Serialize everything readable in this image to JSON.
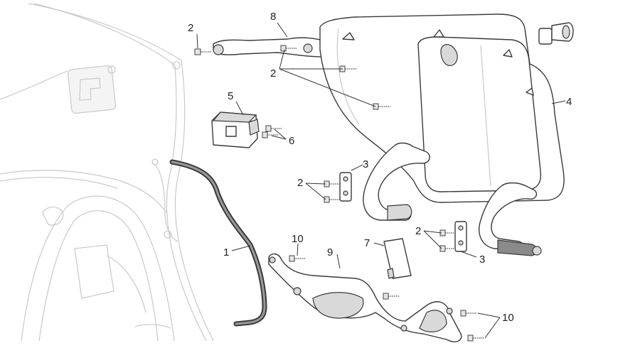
{
  "callouts": {
    "c1": "1",
    "c2a": "2",
    "c2b": "2",
    "c2c": "2",
    "c2d": "2",
    "c3a": "3",
    "c3b": "3",
    "c4": "4",
    "c5": "5",
    "c6": "6",
    "c7": "7",
    "c8": "8",
    "c9": "9",
    "c10a": "10",
    "c10b": "10"
  }
}
